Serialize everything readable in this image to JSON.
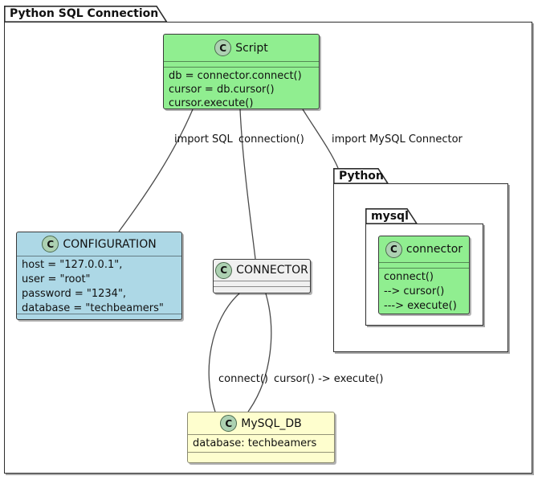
{
  "frame": {
    "title": "Python SQL Connection"
  },
  "packages": {
    "python": {
      "label": "Python"
    },
    "mysql": {
      "label": "mysql"
    }
  },
  "icons": {
    "class_spot": "C"
  },
  "classes": {
    "script": {
      "name": "Script",
      "lines": [
        "db = connector.connect()",
        "cursor = db.cursor()",
        "cursor.execute()"
      ]
    },
    "configuration": {
      "name": "CONFIGURATION",
      "lines": [
        "host = \"127.0.0.1\",",
        "user = \"root\"",
        "password = \"1234\",",
        "database = \"techbeamers\""
      ]
    },
    "connector_mid": {
      "name": "CONNECTOR"
    },
    "connector_pkg": {
      "name": "connector",
      "lines": [
        "connect()",
        "--> cursor()",
        "---> execute()"
      ]
    },
    "mysql_db": {
      "name": "MySQL_DB",
      "lines": [
        "database: techbeamers"
      ]
    }
  },
  "edge_labels": {
    "import_sql": "import SQL",
    "connection": "connection()",
    "import_mysql": "import MySQL Connector",
    "connect": "connect()",
    "cursor_execute": "cursor() -> execute()"
  },
  "colors": {
    "green": "#90EE90",
    "blue": "#ADD8E6",
    "cream": "#FEFECE",
    "gray": "#F0F0F0",
    "spot": "#ADD1B2",
    "edge": "#4a4a4a"
  }
}
